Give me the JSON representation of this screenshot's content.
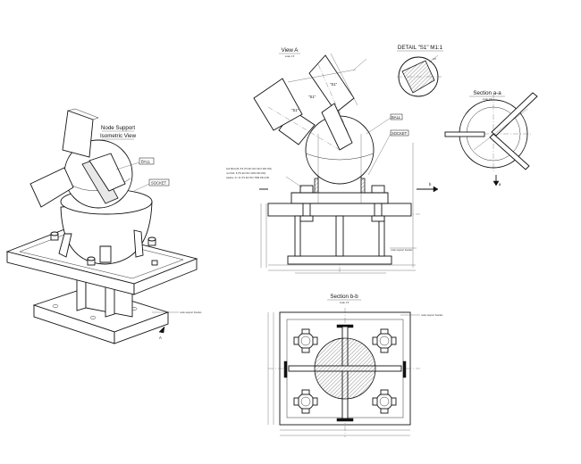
{
  "views": {
    "isometric": {
      "title_line1": "Node Support",
      "title_line2": "Isometric View",
      "ball_label": "BALL",
      "socket_label": "SOCKET",
      "base_label": "node support bracket",
      "arrow_label": "A"
    },
    "view_a": {
      "title": "View A",
      "scale": "scale 1:5",
      "s1_left": "\"S1\"",
      "s1_mid": "\"S1\"",
      "s1_top": "\"S1\"",
      "ball_label": "BALL",
      "socket_label": "SOCKET",
      "base_label": "node support bracket",
      "section_mark": "b",
      "note_line1": "bolt M12x45, 8.8 (TS EN ISO 4017 DIN 931)",
      "note_line2": "nut M12, 8 (TS EN ISO 4032 DIN 934)",
      "note_line3": "washer, d= 13 (TS EN ISO 7089 DIN 125)"
    },
    "detail": {
      "title": "DETAIL \"S1\" M1:1",
      "note": "t=8"
    },
    "section_aa": {
      "title": "Section a-a",
      "scale": "scale 1:5",
      "mark": "a"
    },
    "section_bb": {
      "title": "Section b-b",
      "scale": "scale 1:5",
      "base_label": "node support bracket"
    }
  }
}
